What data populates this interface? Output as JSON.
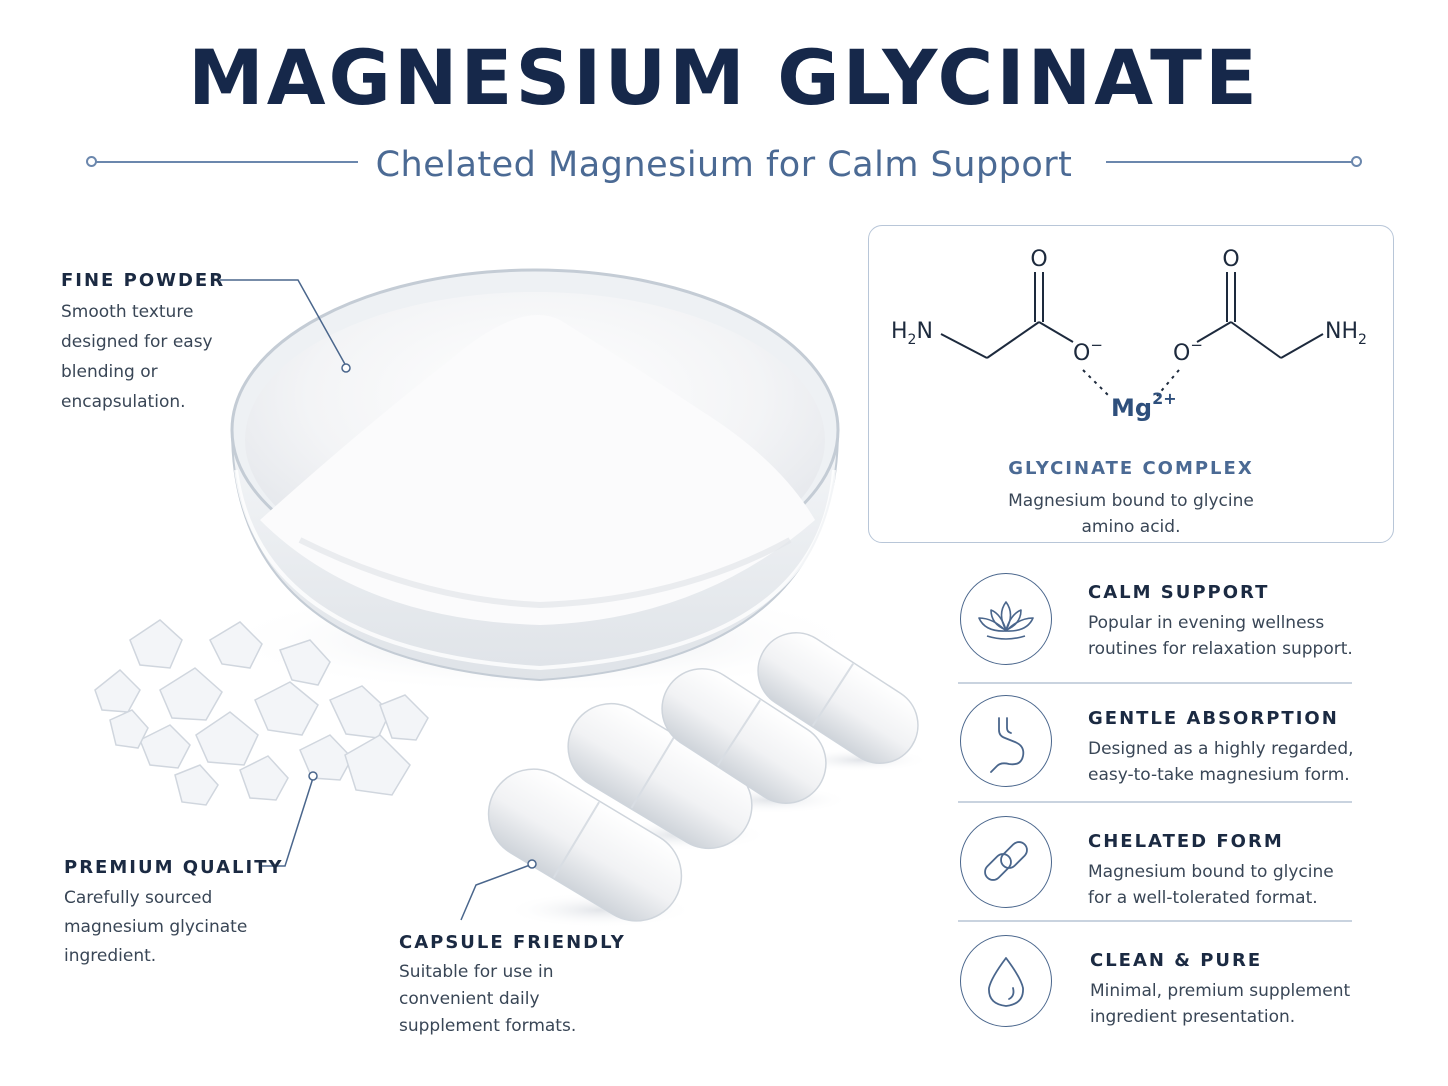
{
  "header": {
    "title": "MAGNESIUM GLYCINATE",
    "subtitle": "Chelated Magnesium for Calm Support"
  },
  "callouts": {
    "fine_powder": {
      "title": "FINE POWDER",
      "lines": [
        "Smooth texture",
        "designed for easy",
        "blending or",
        "encapsulation."
      ]
    },
    "premium_quality": {
      "title": "PREMIUM QUALITY",
      "lines": [
        "Carefully sourced",
        "magnesium glycinate",
        "ingredient."
      ]
    },
    "capsule_friendly": {
      "title": "CAPSULE FRIENDLY",
      "lines": [
        "Suitable for use in",
        "convenient daily",
        "supplement formats."
      ]
    }
  },
  "chemistry": {
    "o_left": "O",
    "o_right": "O",
    "h2n": "H",
    "h2n_sub": "2",
    "h2n_n": "N",
    "nh2": "NH",
    "nh2_sub": "2",
    "ominus_left": "O",
    "ominus_right": "O",
    "minus": "−",
    "mg": "Mg",
    "mg_charge": "2+",
    "title": "GLYCINATE COMPLEX",
    "desc_lines": [
      "Magnesium bound to glycine",
      "amino acid."
    ]
  },
  "features": [
    {
      "icon": "lotus-icon",
      "title": "CALM SUPPORT",
      "lines": [
        "Popular in evening wellness",
        "routines for relaxation support."
      ]
    },
    {
      "icon": "stomach-icon",
      "title": "GENTLE ABSORPTION",
      "lines": [
        "Designed as a highly regarded,",
        "easy-to-take magnesium form."
      ]
    },
    {
      "icon": "chain-link-icon",
      "title": "CHELATED FORM",
      "lines": [
        "Magnesium bound to glycine",
        "for a well-tolerated format."
      ]
    },
    {
      "icon": "droplet-icon",
      "title": "CLEAN & PURE",
      "lines": [
        "Minimal, premium supplement",
        "ingredient presentation."
      ]
    }
  ],
  "colors": {
    "title": "#16284a",
    "accent": "#4b6a94",
    "line": "#6b87ad",
    "text": "#394656"
  }
}
